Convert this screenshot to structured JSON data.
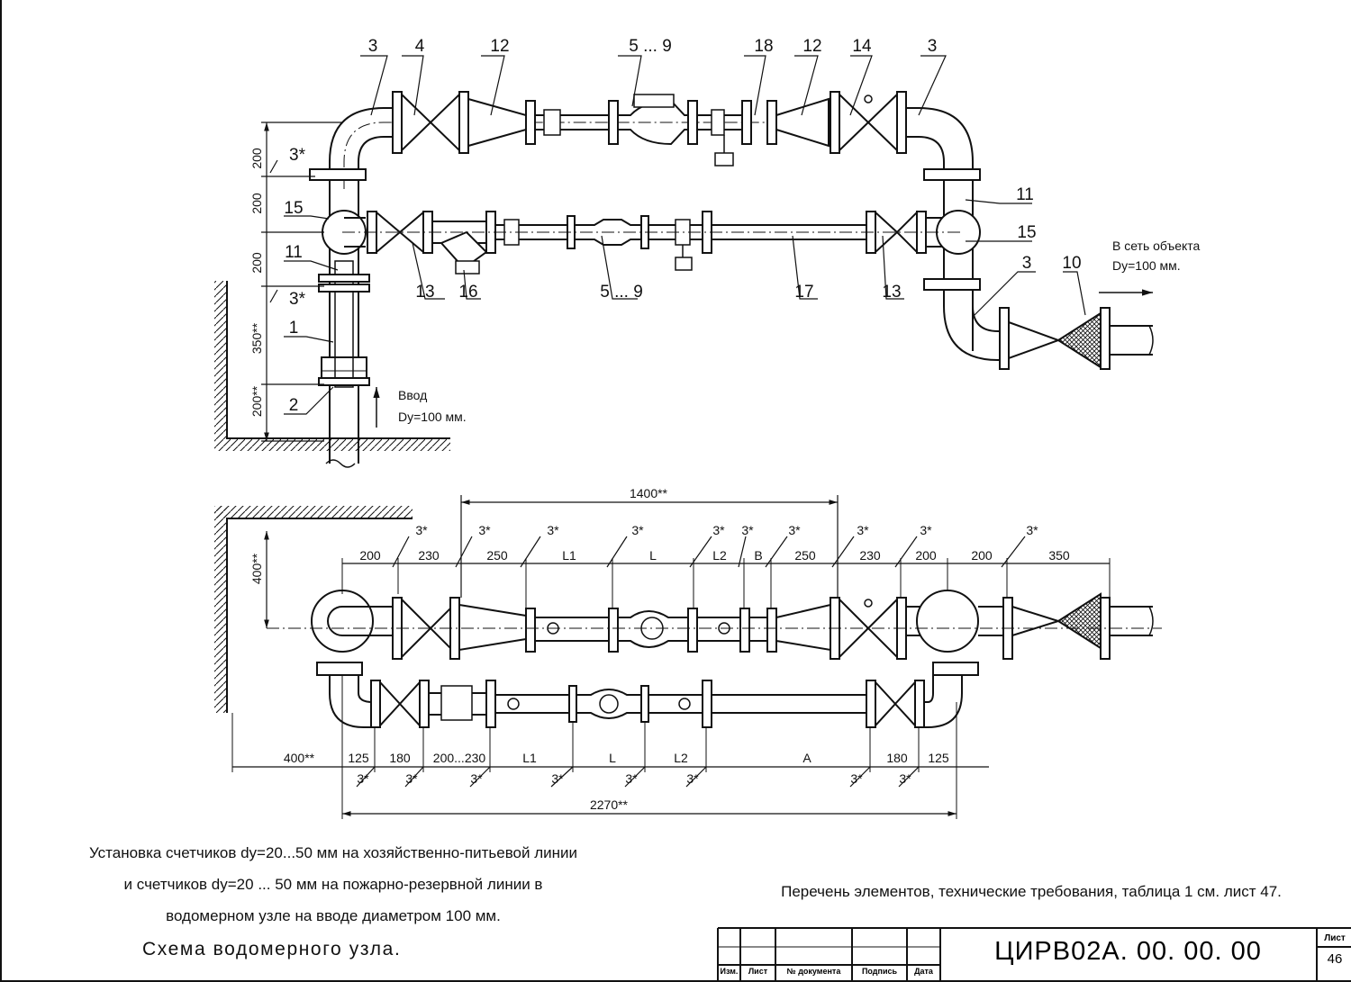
{
  "top_view": {
    "callouts": [
      "3",
      "4",
      "12",
      "5 ... 9",
      "18",
      "12",
      "14",
      "3",
      "3*",
      "15",
      "11",
      "3*",
      "1",
      "2",
      "11",
      "15",
      "3",
      "10",
      "13",
      "16",
      "5 ... 9",
      "17",
      "13"
    ],
    "vertical_dims": [
      "200",
      "200",
      "200",
      "350**",
      "200**"
    ],
    "inlet": {
      "label": "Ввод",
      "size": "Dy=100 мм."
    },
    "outlet": {
      "label": "В сеть объекта",
      "size": "Dy=100 мм."
    }
  },
  "plan_view": {
    "overall_top": "1400**",
    "top_dims": [
      "200",
      "230",
      "250",
      "L1",
      "L",
      "L2",
      "B",
      "250",
      "230",
      "200",
      "200",
      "350"
    ],
    "top_marks": [
      "3*",
      "3*",
      "3*",
      "3*",
      "3*",
      "3*",
      "3*",
      "3*",
      "3*",
      "3*"
    ],
    "bottom_dims": [
      "400**",
      "125",
      "180",
      "200...230",
      "L1",
      "L",
      "L2",
      "A",
      "180",
      "125"
    ],
    "bottom_marks": [
      "3*",
      "3*",
      "3*",
      "3*",
      "3*",
      "3*",
      "3*",
      "3*"
    ],
    "overall_bottom": "2270**",
    "height_dim": "400**"
  },
  "captions": {
    "description_lines": [
      "Установка счетчиков dy=20...50 мм на хозяйственно-питьевой линии",
      "и счетчиков dy=20 ... 50 мм на пожарно-резервной линии в",
      "водомерном узле на вводе диаметром 100 мм."
    ],
    "reference": "Перечень элементов, технические требования, таблица 1 см. лист 47.",
    "title": "Схема водомерного узла."
  },
  "title_block": {
    "document_number": "ЦИРВ02А. 00. 00. 00",
    "sheet_label": "Лист",
    "sheet_number": "46",
    "columns": [
      "Изм.",
      "Лист",
      "№ документа",
      "Подпись",
      "Дата"
    ]
  }
}
